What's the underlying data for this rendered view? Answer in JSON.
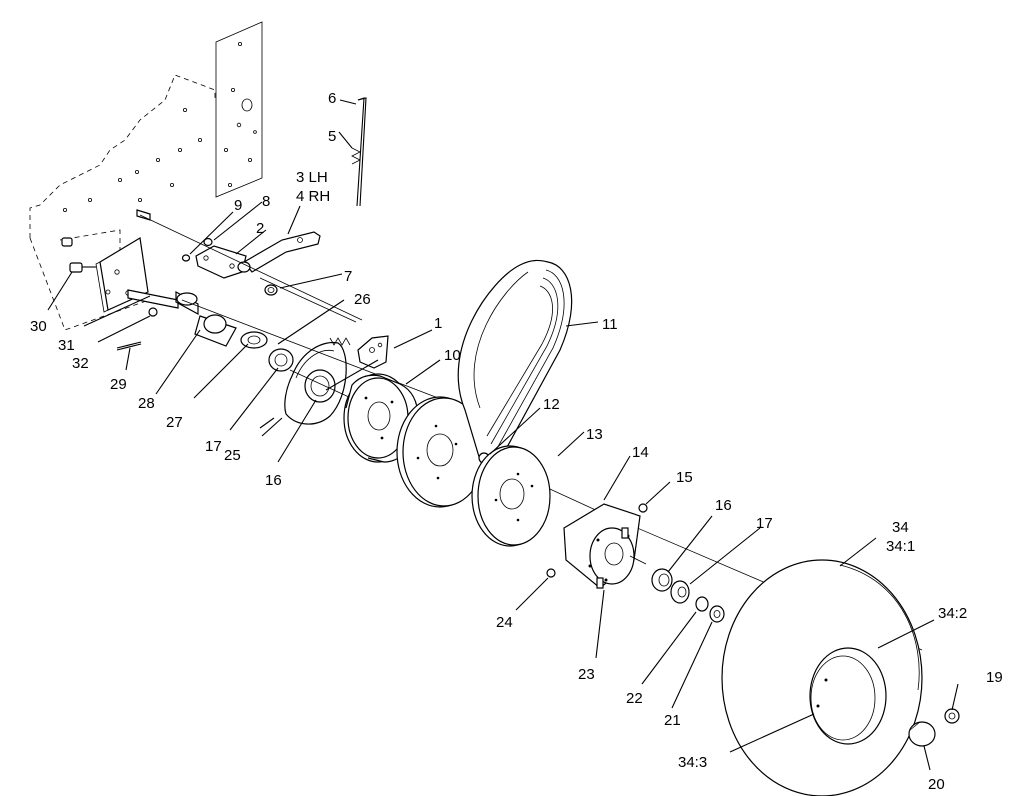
{
  "callouts": [
    {
      "id": "c1",
      "text": "1"
    },
    {
      "id": "c2",
      "text": "2"
    },
    {
      "id": "c3",
      "text": "3 LH"
    },
    {
      "id": "c4",
      "text": "4 RH"
    },
    {
      "id": "c5",
      "text": "5"
    },
    {
      "id": "c6",
      "text": "6"
    },
    {
      "id": "c7",
      "text": "7"
    },
    {
      "id": "c8",
      "text": "8"
    },
    {
      "id": "c9",
      "text": "9"
    },
    {
      "id": "c10",
      "text": "10"
    },
    {
      "id": "c11",
      "text": "11"
    },
    {
      "id": "c12",
      "text": "12"
    },
    {
      "id": "c13",
      "text": "13"
    },
    {
      "id": "c14",
      "text": "14"
    },
    {
      "id": "c15",
      "text": "15"
    },
    {
      "id": "c16a",
      "text": "16"
    },
    {
      "id": "c16b",
      "text": "16"
    },
    {
      "id": "c17a",
      "text": "17"
    },
    {
      "id": "c17b",
      "text": "17"
    },
    {
      "id": "c19",
      "text": "19"
    },
    {
      "id": "c20",
      "text": "20"
    },
    {
      "id": "c21",
      "text": "21"
    },
    {
      "id": "c22",
      "text": "22"
    },
    {
      "id": "c23",
      "text": "23"
    },
    {
      "id": "c24",
      "text": "24"
    },
    {
      "id": "c25",
      "text": "25"
    },
    {
      "id": "c26",
      "text": "26"
    },
    {
      "id": "c27",
      "text": "27"
    },
    {
      "id": "c28",
      "text": "28"
    },
    {
      "id": "c29",
      "text": "29"
    },
    {
      "id": "c30",
      "text": "30"
    },
    {
      "id": "c31",
      "text": "31"
    },
    {
      "id": "c32",
      "text": "32"
    },
    {
      "id": "c34",
      "text": "34"
    },
    {
      "id": "c34_1",
      "text": "34:1"
    },
    {
      "id": "c34_2",
      "text": "34:2"
    },
    {
      "id": "c34_3",
      "text": "34:3"
    }
  ]
}
